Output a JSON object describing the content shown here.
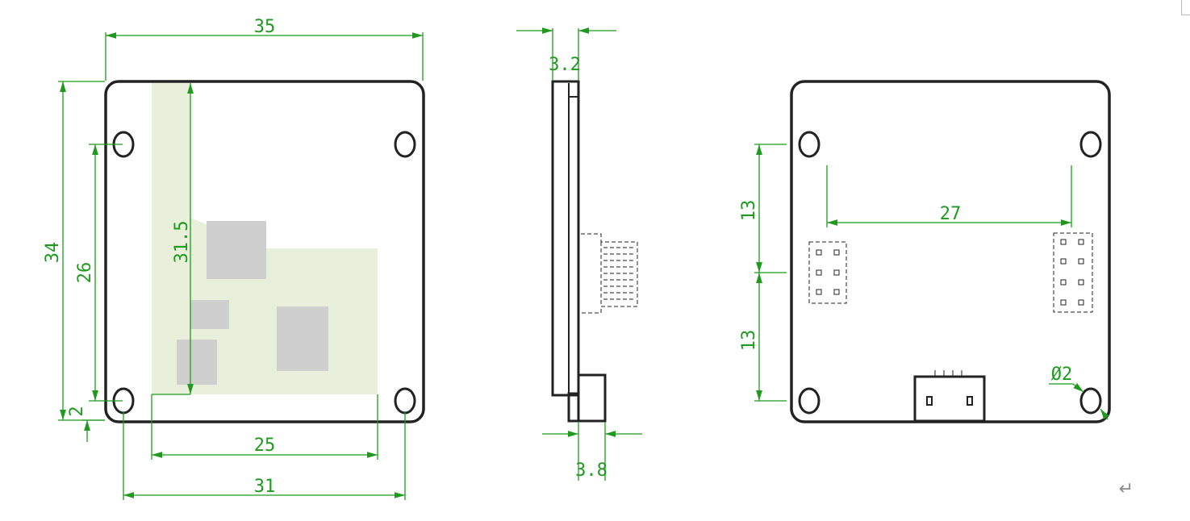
{
  "front_view": {
    "dim_width_total": "35",
    "dim_height_total": "34",
    "dim_hole_vertical": "26",
    "dim_inner_vertical": "31.5",
    "dim_edge_offset": "2",
    "dim_inner_horizontal": "25",
    "dim_hole_horizontal": "31"
  },
  "side_view": {
    "dim_thickness_top": "3.2",
    "dim_thickness_bottom": "3.8"
  },
  "back_view": {
    "dim_upper_vertical": "13",
    "dim_lower_vertical": "13",
    "dim_header_spacing": "27",
    "dim_hole_diameter": "Ø2"
  },
  "colors": {
    "dimension": "#1f9a1f",
    "outline": "#222222",
    "component_gray": "#cfcfcf",
    "pcb_tint": "#e8f0dc"
  },
  "return_symbol": "↵"
}
